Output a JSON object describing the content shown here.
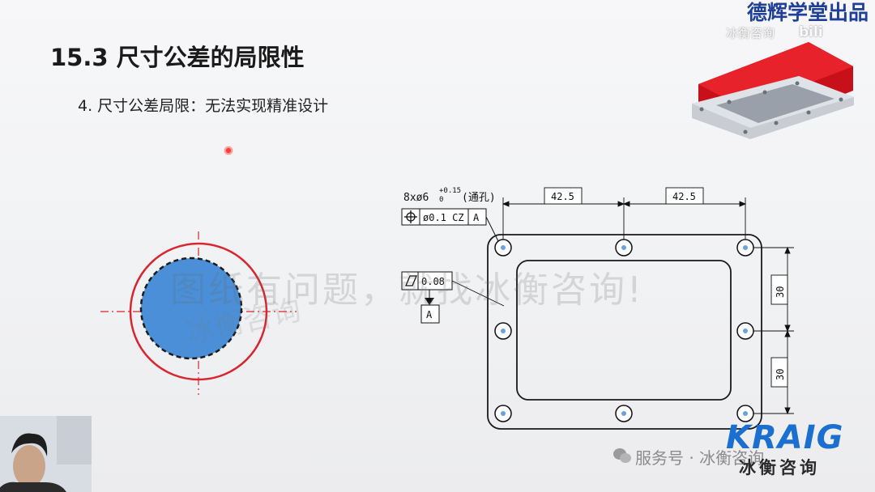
{
  "slide": {
    "title": "15.3 尺寸公差的局限性",
    "subtitle": "4. 尺寸公差局限：无法实现精准设计"
  },
  "branding": {
    "top_right": "德辉学堂出品",
    "top_watermark": "冰衡咨询",
    "video_logo": "bili",
    "center_watermark": "图纸有问题，就找冰衡咨询!",
    "slanted_watermark": "冰衡咨询",
    "service_label": "服务号 · 冰衡咨询",
    "logo_text": "KRAIG",
    "logo_cn": "冰衡咨询"
  },
  "drawing": {
    "hole_callout": "8xø6",
    "hole_tol_upper": "+0.15",
    "hole_tol_lower": "0",
    "hole_note": "(通孔)",
    "position_tol": "ø0.1 CZ",
    "position_datum": "A",
    "flatness_tol": "0.08",
    "datum_label": "A",
    "dim_spacing_1": "42.5",
    "dim_spacing_2": "42.5",
    "dim_vertical_1": "30",
    "dim_vertical_2": "30"
  },
  "colors": {
    "title": "#1a1a1a",
    "brand": "#1f3f9a",
    "circle_outer": "#d9262e",
    "circle_fill": "#4a8fd8",
    "logo_blue": "#1a6fd1",
    "part_red": "#e0141c"
  }
}
